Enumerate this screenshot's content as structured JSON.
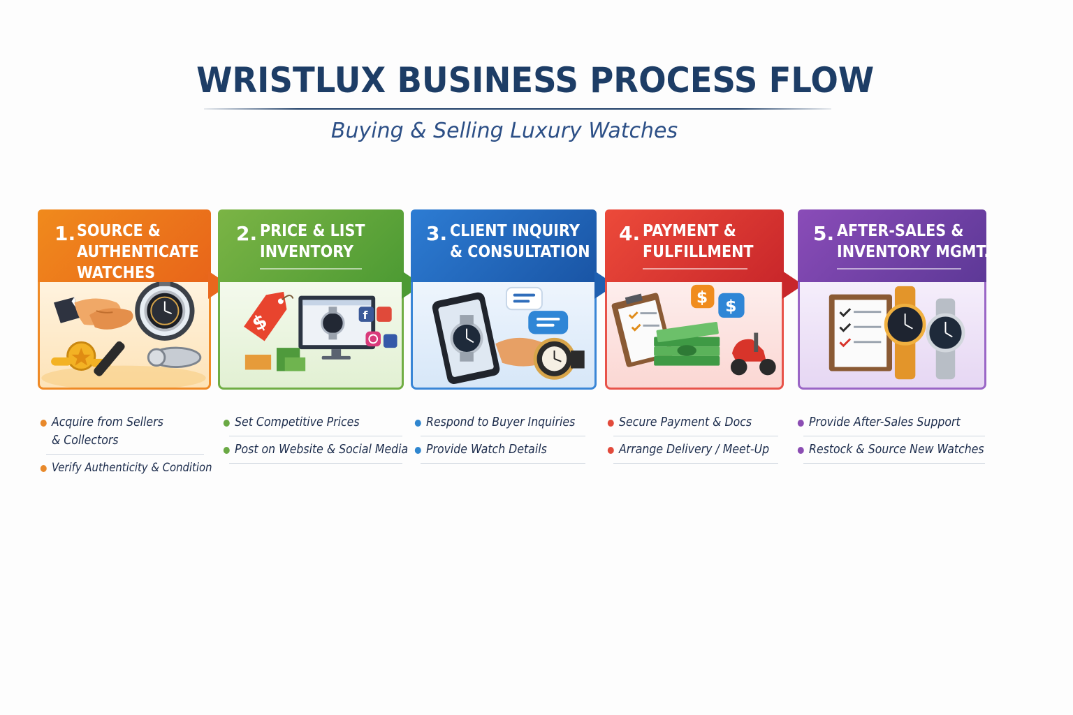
{
  "header": {
    "title": "WRISTLUX BUSINESS PROCESS FLOW",
    "subtitle": "Buying & Selling Luxury Watches"
  },
  "steps": [
    {
      "number": "1.",
      "title_lines": [
        "SOURCE &",
        "AUTHENTICATE",
        "WATCHES"
      ],
      "color": "#e9671d",
      "illustration": "handshake-magnifier-watch-icon",
      "bullets": [
        "Acquire from Sellers",
        "& Collectors",
        "Verify Authenticity & Condition"
      ]
    },
    {
      "number": "2.",
      "title_lines": [
        "PRICE & LIST",
        "INVENTORY"
      ],
      "color": "#4c9a33",
      "illustration": "price-tag-monitor-social-icon",
      "bullets": [
        "Set Competitive Prices",
        "Post on Website & Social Media"
      ]
    },
    {
      "number": "3.",
      "title_lines": [
        "CLIENT INQUIRY",
        "& CONSULTATION"
      ],
      "color": "#1f5fb0",
      "illustration": "phone-chat-watch-icon",
      "bullets": [
        "Respond to Buyer Inquiries",
        "Provide Watch Details"
      ]
    },
    {
      "number": "4.",
      "title_lines": [
        "PAYMENT &",
        "FULFILLMENT"
      ],
      "color": "#c8262a",
      "illustration": "clipboard-cash-scooter-icon",
      "bullets": [
        "Secure Payment & Docs",
        "Arrange Delivery / Meet-Up"
      ]
    },
    {
      "number": "5.",
      "title_lines": [
        "AFTER-SALES &",
        "INVENTORY MGMT."
      ],
      "color": "#6a3ea4",
      "illustration": "checklist-watches-icon",
      "bullets": [
        "Provide After-Sales Support",
        "Restock & Source New Watches"
      ]
    }
  ],
  "bullet_colors": [
    "#e8892b",
    "#6aa944",
    "#2f86cf",
    "#e24a3b",
    "#8b4db3"
  ]
}
